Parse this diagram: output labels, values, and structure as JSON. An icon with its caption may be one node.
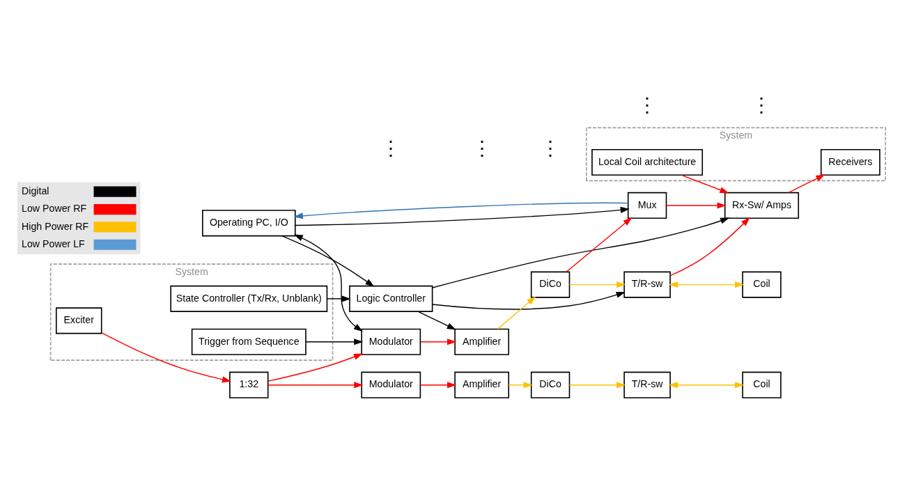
{
  "diagram": {
    "nodes": [
      {
        "text": [
          "System"
        ]
      },
      {
        "text": [
          "State Controller (Tx/Rx, Unblank)"
        ],
        "in": 0
      },
      {
        "text": [
          "Trigger from Sequence"
        ],
        "in": 0
      },
      {
        "text": [
          "Exciter"
        ],
        "in": 0
      },
      {
        "text": [
          "System"
        ]
      },
      {
        "text": [
          "Receivers"
        ],
        "in": 4
      },
      {
        "text": [
          "Local Coil architecture"
        ],
        "in": 4
      },
      {
        "text": [
          "Logic Controller"
        ]
      },
      {
        "text": [
          "Operating PC, I/O"
        ]
      },
      {
        "text": [
          "Mux"
        ]
      },
      {
        "text": [
          "Rx-Sw/ Amps"
        ]
      },
      {
        "text": [
          "1:32"
        ]
      },
      {
        "text": [
          "Modulator"
        ]
      },
      {
        "text": [
          "Amplifier"
        ]
      },
      {
        "text": [
          "DiCo"
        ]
      },
      {
        "text": [
          "T/R-sw"
        ]
      },
      {
        "text": [
          "Coil"
        ]
      },
      {
        "text": [
          "Modulator"
        ]
      },
      {
        "text": [
          "Amplifier"
        ]
      },
      {
        "text": [
          "DiCo"
        ]
      },
      {
        "text": [
          "T/R-sw"
        ]
      },
      {
        "text": [
          "Coil"
        ]
      }
    ],
    "edges": [
      {
        "from": 1,
        "to": 7,
        "arrow": "to",
        "color": "#000000"
      },
      {
        "from": 8,
        "to": 7,
        "arrow": "to",
        "color": "#000000"
      },
      {
        "from": 7,
        "to": 10,
        "arrow": "to",
        "color": "#000000"
      },
      {
        "from": 7,
        "to": 15,
        "arrow": "to",
        "color": "#000000"
      },
      {
        "from": 7,
        "to": 13,
        "arrow": "to",
        "color": "#000000"
      },
      {
        "from": 8,
        "to": 12,
        "arrow": "both",
        "color": "#000000"
      },
      {
        "from": 8,
        "to": 9,
        "arrow": "to",
        "color": "#000000"
      },
      {
        "from": 9,
        "to": 8,
        "arrow": "to",
        "color": "#2e75b6"
      },
      {
        "from": 2,
        "to": 12,
        "arrow": "to",
        "color": "#000000"
      },
      {
        "from": 9,
        "to": 10,
        "arrow": "to",
        "color": "#ff0000"
      },
      {
        "from": 14,
        "to": 9,
        "arrow": "to",
        "color": "#ff0000"
      },
      {
        "from": 15,
        "to": 10,
        "arrow": "to",
        "color": "#ff0000"
      },
      {
        "from": 10,
        "to": 5,
        "arrow": "to",
        "color": "#ff0000"
      },
      {
        "from": 6,
        "to": 10,
        "arrow": "to",
        "color": "#ff0000"
      },
      {
        "from": 3,
        "to": 11,
        "arrow": "to",
        "color": "#ff0000"
      },
      {
        "from": 11,
        "to": 12,
        "arrow": "to",
        "color": "#ff0000"
      },
      {
        "from": 11,
        "to": 17,
        "arrow": "to",
        "color": "#ff0000"
      },
      {
        "from": 12,
        "to": 13,
        "arrow": "to",
        "color": "#ff0000"
      },
      {
        "from": 13,
        "to": 14,
        "arrow": "to",
        "color": "#ffc000"
      },
      {
        "from": 14,
        "to": 15,
        "arrow": "to",
        "color": "#ffc000"
      },
      {
        "from": 15,
        "to": 16,
        "arrow": "both",
        "color": "#ffc000"
      },
      {
        "from": 17,
        "to": 18,
        "arrow": "to",
        "color": "#ff0000"
      },
      {
        "from": 18,
        "to": 19,
        "arrow": "to",
        "color": "#ffc000"
      },
      {
        "from": 19,
        "to": 20,
        "arrow": "to",
        "color": "#ffc000"
      },
      {
        "from": 20,
        "to": 21,
        "arrow": "both",
        "color": "#ffc000"
      }
    ],
    "labels": [
      "⋮",
      "⋮",
      "⋮",
      "⋮",
      "⋮"
    ],
    "legend": [
      {
        "text": "Digital",
        "color": "#000000"
      },
      {
        "text": "Low Power RF",
        "color": "#ff0000"
      },
      {
        "text": "High Power RF",
        "color": "#ffc000"
      },
      {
        "text": "Low Power LF",
        "color": "#5b9bd5"
      }
    ]
  }
}
